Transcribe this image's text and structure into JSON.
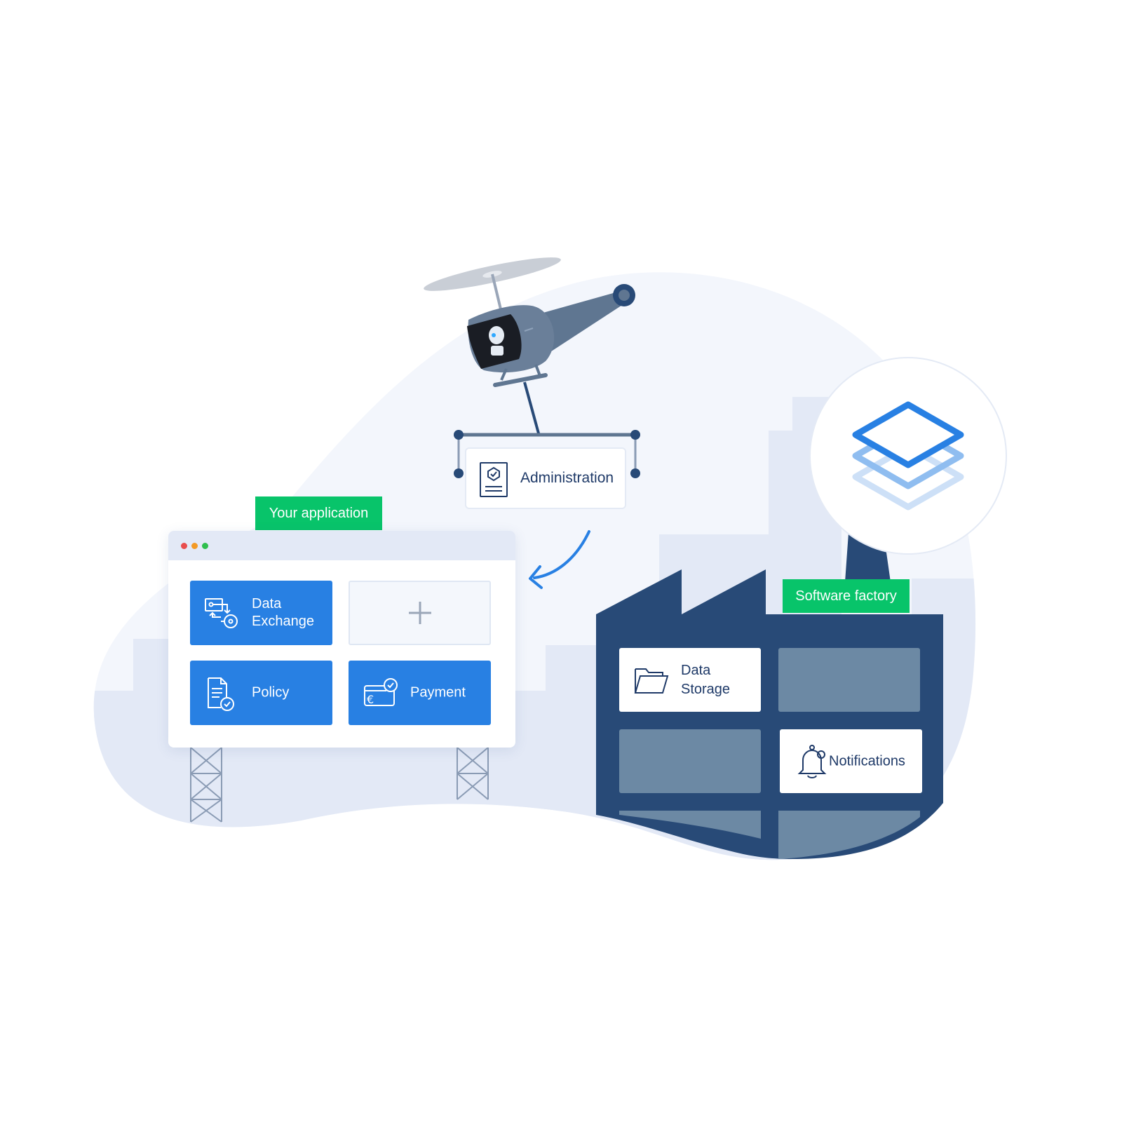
{
  "tags": {
    "your_application": "Your application",
    "software_factory": "Software factory"
  },
  "application": {
    "window_dots": [
      "red",
      "orange",
      "green"
    ],
    "tiles": [
      {
        "label": "Data Exchange",
        "icon": "data-exchange-icon"
      },
      {
        "label": "",
        "icon": "plus-icon"
      },
      {
        "label": "Policy",
        "icon": "policy-document-icon"
      },
      {
        "label": "Payment",
        "icon": "euro-payment-card-icon"
      }
    ]
  },
  "administration": {
    "label": "Administration",
    "icon": "administration-document-icon"
  },
  "factory": {
    "tiles": [
      {
        "label": "Data Storage",
        "icon": "folder-icon"
      },
      {
        "label": "Notifications",
        "icon": "bell-icon"
      }
    ]
  },
  "colors": {
    "accent_blue": "#2880e3",
    "tag_green": "#08c46a",
    "factory_navy": "#284a77",
    "factory_tile_gray": "#6c89a4",
    "background_blob": "#eef2fa",
    "dark_text": "#1f3a68"
  }
}
